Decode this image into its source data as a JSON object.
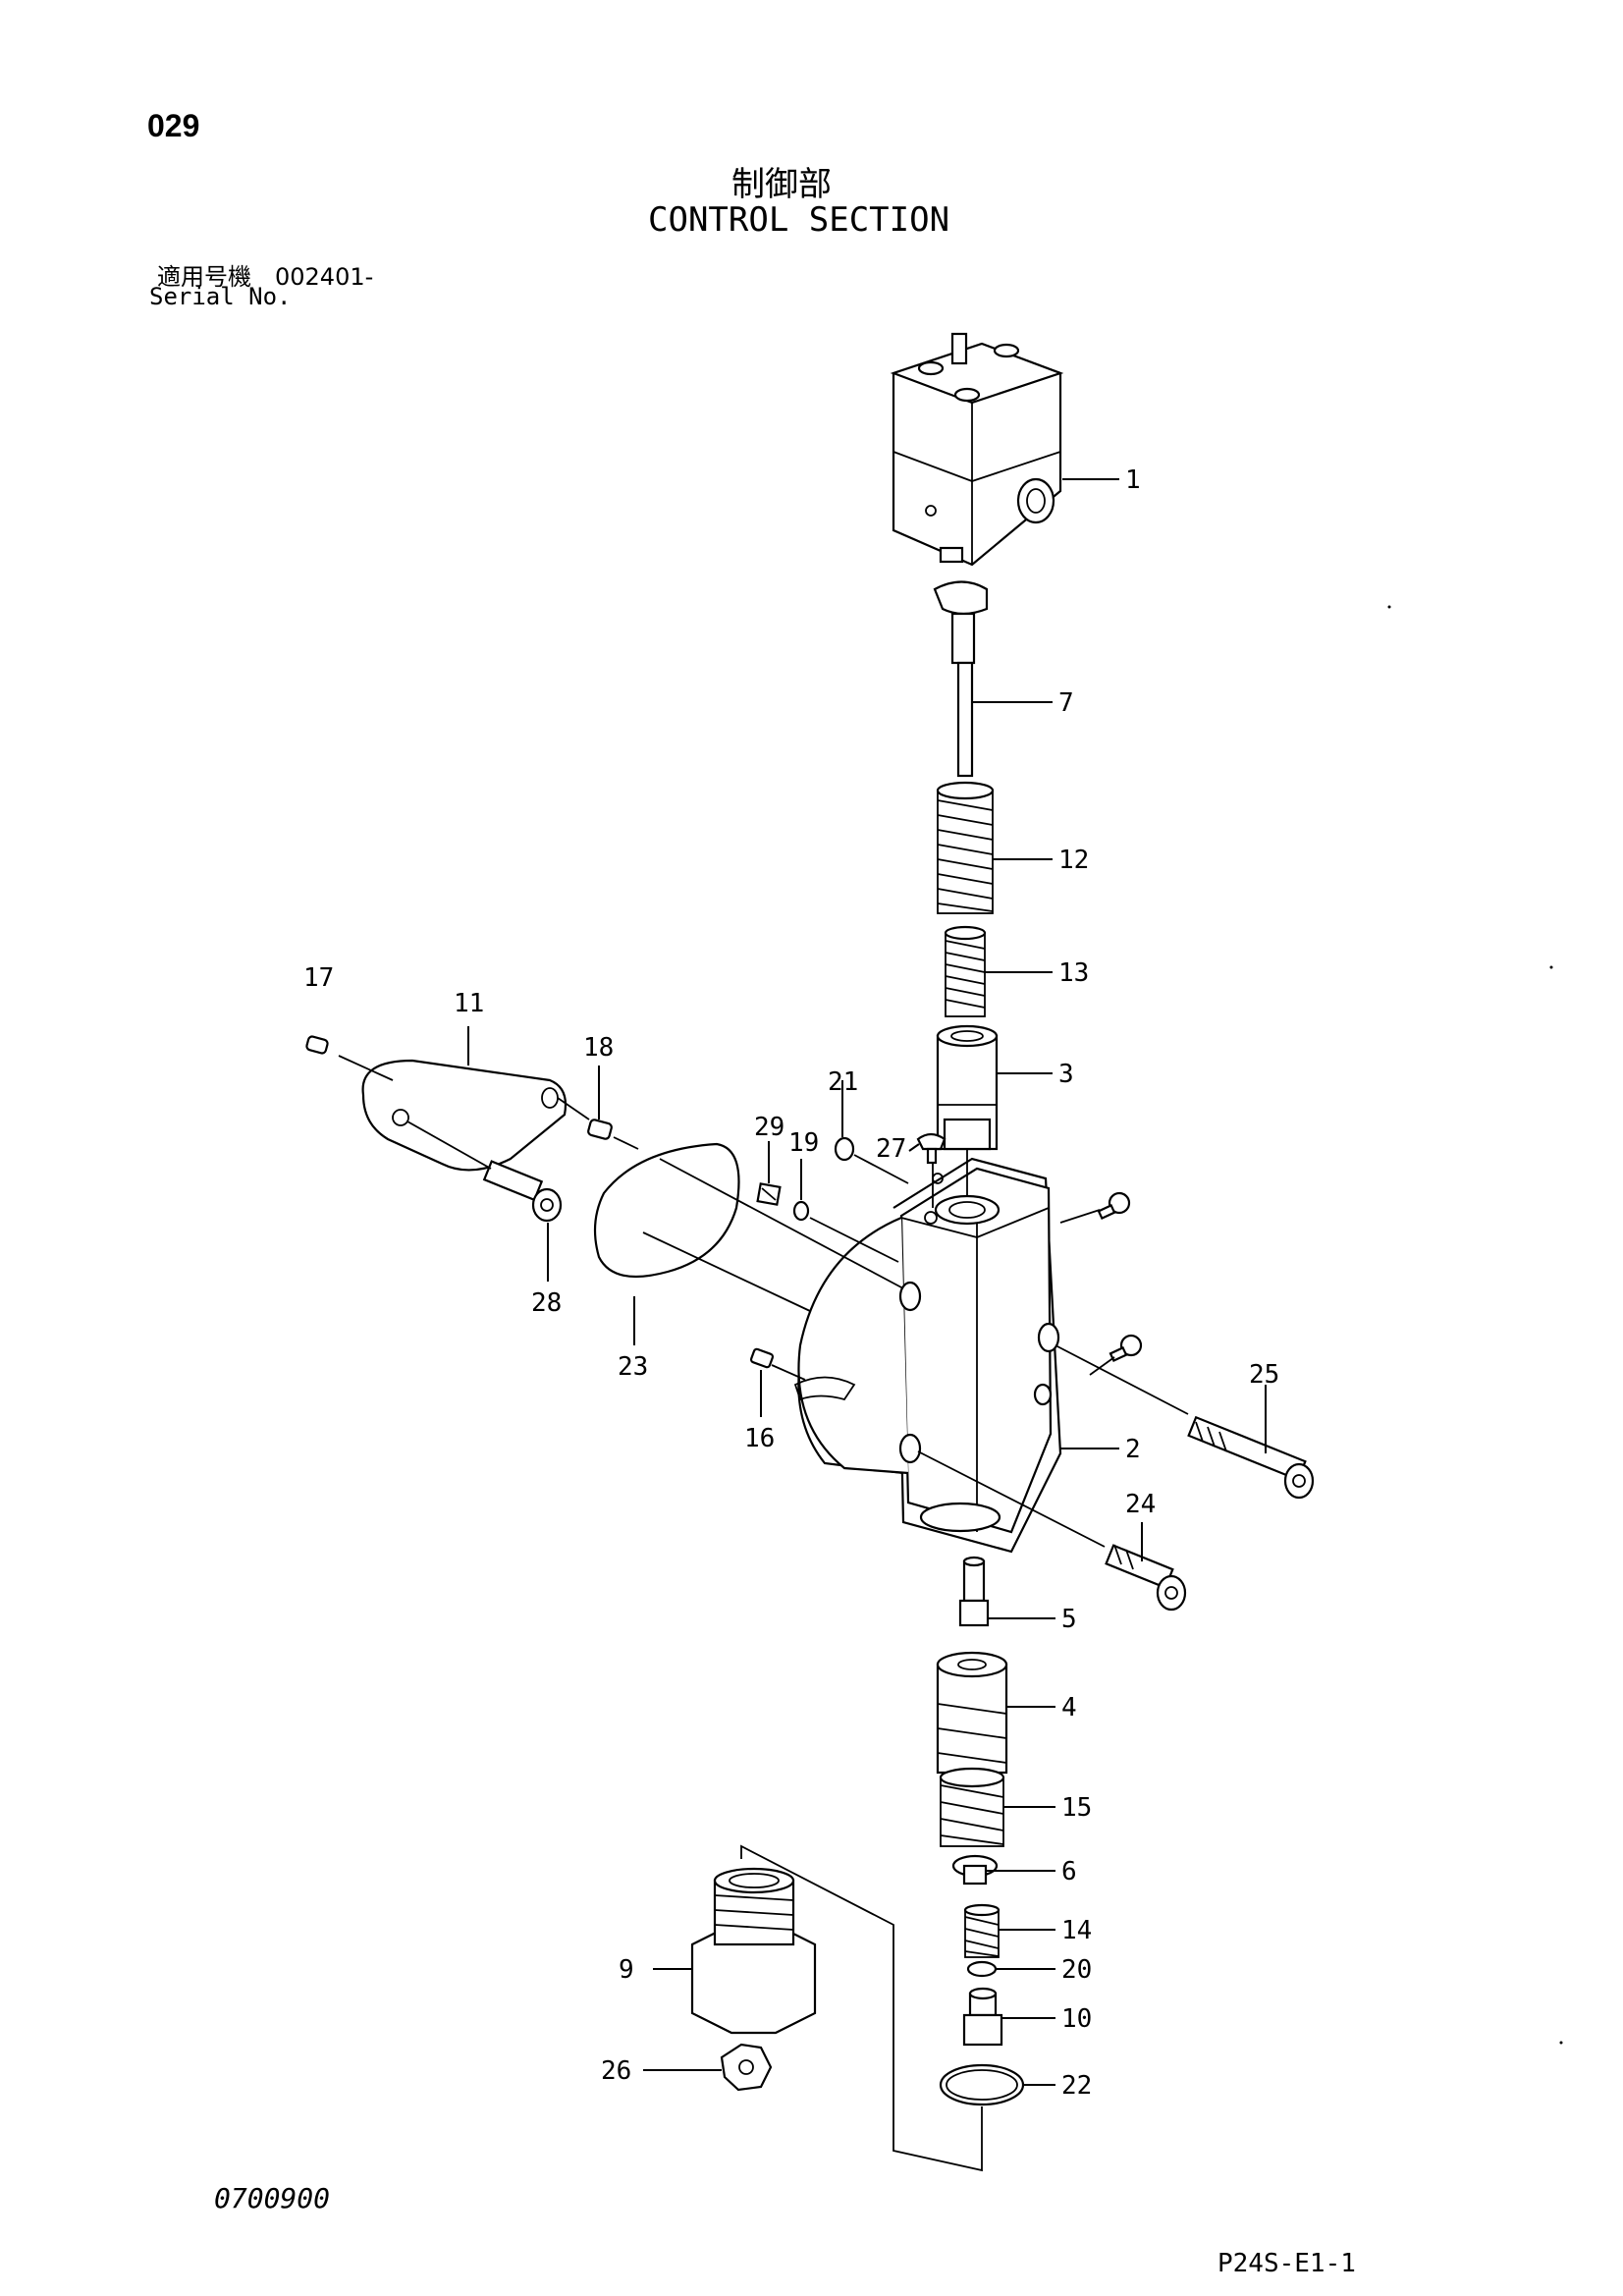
{
  "header": {
    "page_number": "029",
    "title_jp": "制御部",
    "title_en": "CONTROL SECTION",
    "serial_jp": "適用号機　002401-",
    "serial_en": "Serial No."
  },
  "footer": {
    "doc_code": "0700900",
    "sheet_code": "P24S-E1-1"
  },
  "callouts": {
    "c1": "1",
    "c2": "2",
    "c3": "3",
    "c4": "4",
    "c5": "5",
    "c6": "6",
    "c7": "7",
    "c9": "9",
    "c10": "10",
    "c11": "11",
    "c12": "12",
    "c13": "13",
    "c14": "14",
    "c15": "15",
    "c16": "16",
    "c17": "17",
    "c18": "18",
    "c19": "19",
    "c20": "20",
    "c21": "21",
    "c22": "22",
    "c23": "23",
    "c24": "24",
    "c25": "25",
    "c26": "26",
    "c27": "27",
    "c28": "28",
    "c29": "29"
  }
}
